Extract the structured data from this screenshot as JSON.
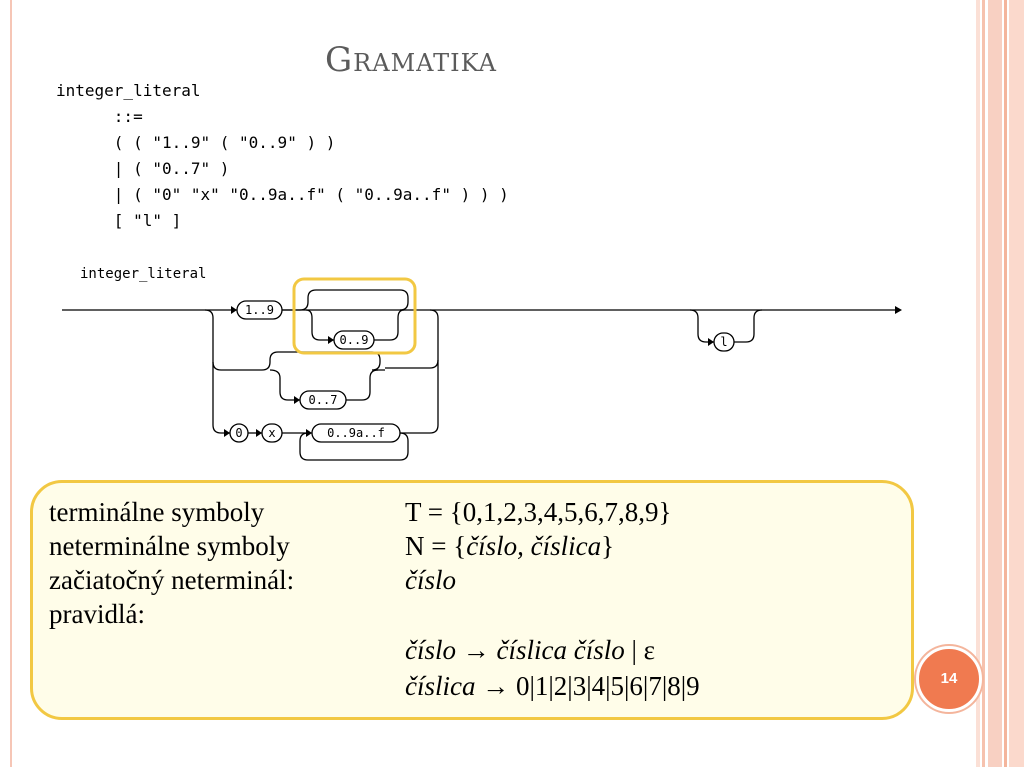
{
  "slide": {
    "title": "Gramatika",
    "page_number": "14"
  },
  "code": {
    "lines": [
      "integer_literal",
      "      ::=",
      "      ( ( \"1..9\" ( \"0..9\" ) )",
      "      | ( \"0..7\" )",
      "      | ( \"0\" \"x\" \"0..9a..f\" ( \"0..9a..f\" ) ) )",
      "      [ \"l\" ]"
    ]
  },
  "diagram": {
    "label": "integer_literal",
    "terminals": {
      "t1": "1..9",
      "t2": "0..9",
      "t3": "0..7",
      "t4": "0",
      "t5": "x",
      "t6": "0..9a..f",
      "t7": "l"
    },
    "line_color": "#000000",
    "highlight_color": "#f2c843"
  },
  "info": {
    "terminal_label": "terminálne symboly",
    "terminal_value": "T = {0,1,2,3,4,5,6,7,8,9}",
    "nonterminal_label": "neterminálne symboly",
    "nonterminal_value_prefix": "N = {",
    "nonterminal_value_items": "číslo, číslica",
    "nonterminal_value_suffix": "}",
    "start_label": "začiatočný neterminál:",
    "start_value": "číslo",
    "rules_label": "pravidlá:",
    "rule1_lhs": "číslo",
    "rule1_arrow": "→",
    "rule1_rhs_italic": "číslica číslo",
    "rule1_rest": " | ε",
    "rule2_lhs": "číslica",
    "rule2_arrow": "→",
    "rule2_rhs": " 0|1|2|3|4|5|6|7|8|9"
  },
  "colors": {
    "accent": "#f07a50",
    "box_border": "#f2c843",
    "box_fill": "#fffde9",
    "title": "#5b5b5b"
  }
}
